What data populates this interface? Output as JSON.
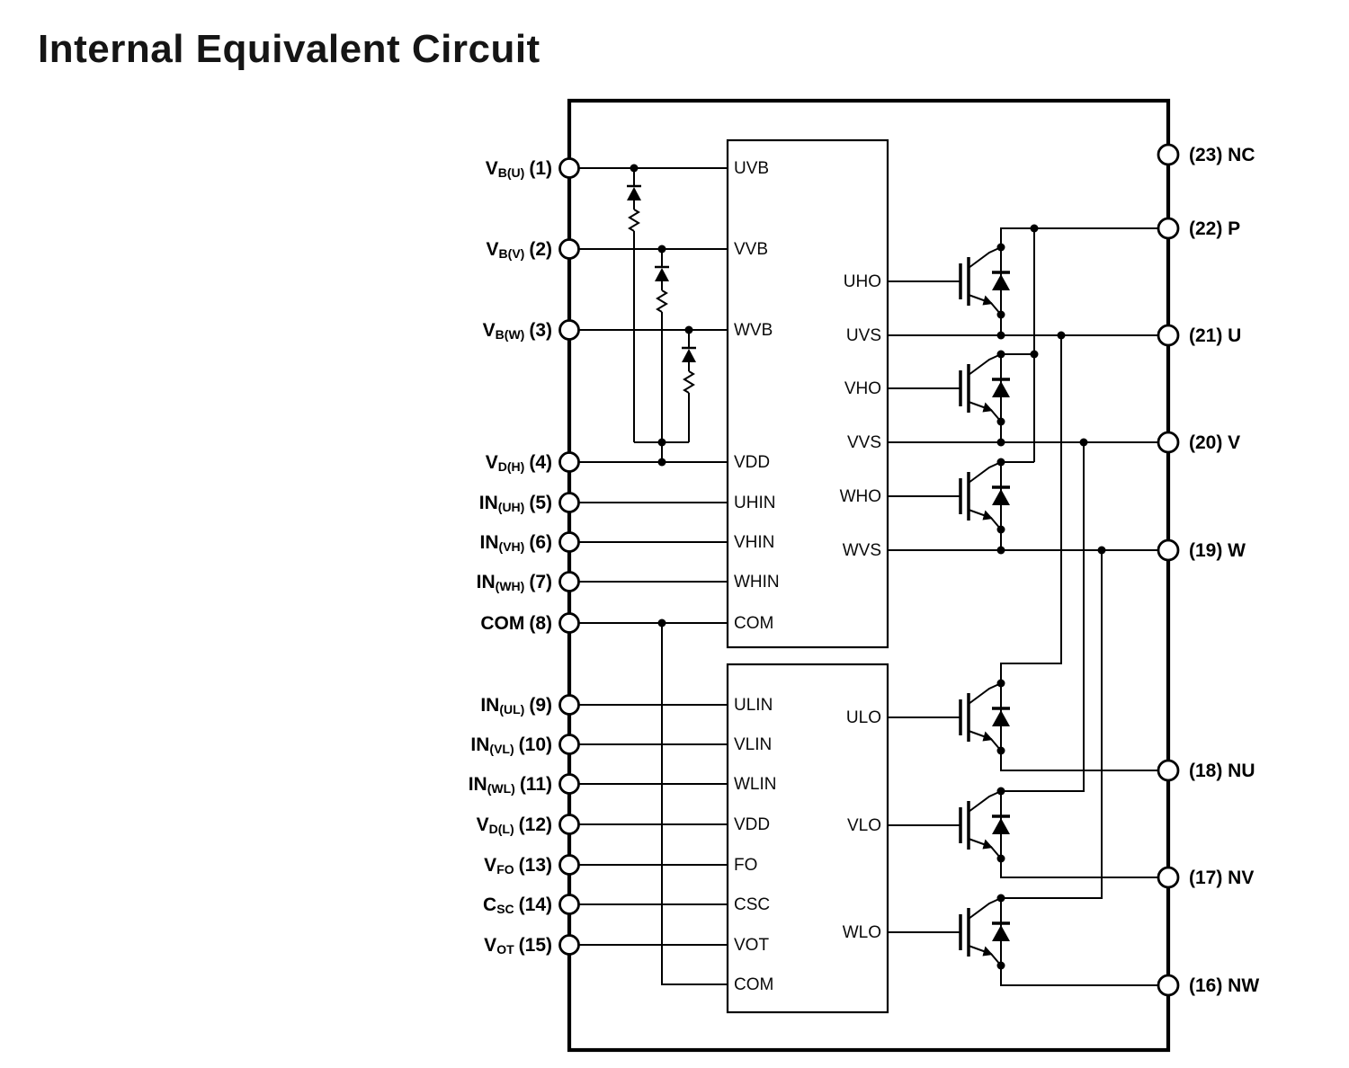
{
  "title": "Internal Equivalent Circuit",
  "left_pins": [
    {
      "main": "V",
      "sub": "B(U)",
      "num": "(1)"
    },
    {
      "main": "V",
      "sub": "B(V)",
      "num": "(2)"
    },
    {
      "main": "V",
      "sub": "B(W)",
      "num": "(3)"
    },
    {
      "main": "V",
      "sub": "D(H)",
      "num": "(4)"
    },
    {
      "main": "IN",
      "sub": "(UH)",
      "num": "(5)"
    },
    {
      "main": "IN",
      "sub": "(VH)",
      "num": "(6)"
    },
    {
      "main": "IN",
      "sub": "(WH)",
      "num": "(7)"
    },
    {
      "main": "COM",
      "sub": "",
      "num": "(8)"
    },
    {
      "main": "IN",
      "sub": "(UL)",
      "num": "(9)"
    },
    {
      "main": "IN",
      "sub": "(VL)",
      "num": "(10)"
    },
    {
      "main": "IN",
      "sub": "(WL)",
      "num": "(11)"
    },
    {
      "main": "V",
      "sub": "D(L)",
      "num": "(12)"
    },
    {
      "main": "V",
      "sub": "FO",
      "num": "(13)"
    },
    {
      "main": "C",
      "sub": "SC",
      "num": "(14)"
    },
    {
      "main": "V",
      "sub": "OT",
      "num": "(15)"
    }
  ],
  "right_pins": [
    "(23) NC",
    "(22) P",
    "(21) U",
    "(20) V",
    "(19) W",
    "(18) NU",
    "(17) NV",
    "(16) NW"
  ],
  "high_side_driver": {
    "inputs": [
      "UVB",
      "VVB",
      "WVB",
      "VDD",
      "UHIN",
      "VHIN",
      "WHIN",
      "COM"
    ],
    "outputs": [
      "UHO",
      "UVS",
      "VHO",
      "VVS",
      "WHO",
      "WVS"
    ]
  },
  "low_side_driver": {
    "inputs": [
      "ULIN",
      "VLIN",
      "WLIN",
      "VDD",
      "FO",
      "CSC",
      "VOT",
      "COM"
    ],
    "outputs": [
      "ULO",
      "VLO",
      "WLO"
    ]
  },
  "colors": {
    "line": "#000000",
    "background": "#ffffff",
    "text": "#000000"
  }
}
